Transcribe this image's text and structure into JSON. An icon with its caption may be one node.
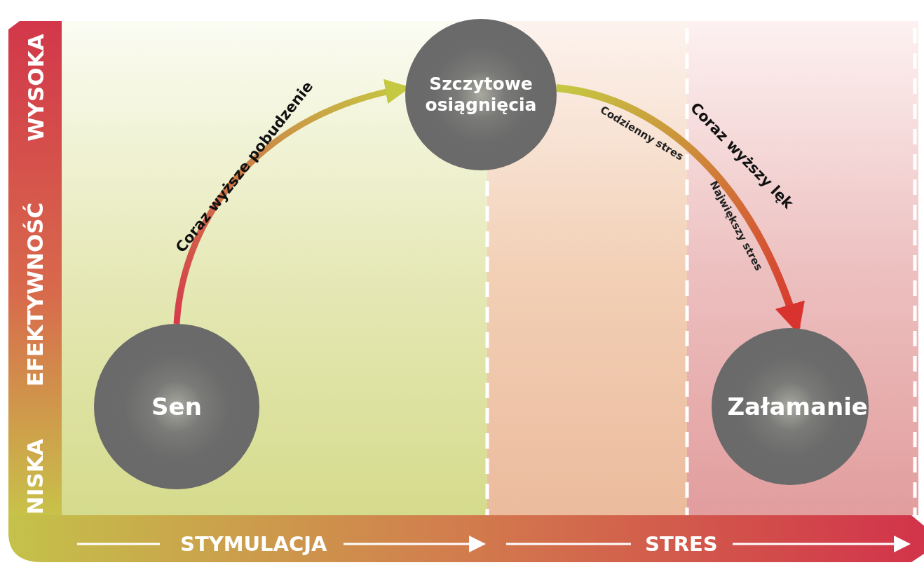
{
  "diagram": {
    "nodes": [
      {
        "text": [
          "Sen"
        ]
      },
      {
        "text": [
          "Szczytowe osiągnięcia"
        ]
      },
      {
        "text": [
          "Załamanie"
        ]
      }
    ],
    "edges": [
      {
        "from": 0,
        "to": 1,
        "arrow": "to",
        "label": "Coraz wyższe pobudzenie"
      },
      {
        "from": 1,
        "to": 2,
        "arrow": "to",
        "label": "Coraz wyższy lęk"
      }
    ],
    "labels": [
      "WYSOKA",
      "EFEKTYWNOŚĆ",
      "NISKA",
      "Codzienny stres",
      "Największy stres",
      "STYMULACJA",
      "STRES"
    ]
  }
}
